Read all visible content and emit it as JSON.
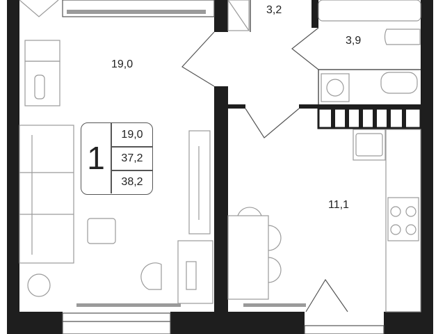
{
  "rooms": {
    "living_room_area": "19,0",
    "hallway_area": "3,2",
    "bathroom_area": "3,9",
    "kitchen_area": "11,1"
  },
  "summary": {
    "room_count": "1",
    "living_area": "19,0",
    "total_area": "37,2",
    "total_area_with_balcony": "38,2"
  },
  "colors": {
    "wall": "#1e1e1e",
    "line": "#555555",
    "furniture": "#9a9a9a"
  }
}
